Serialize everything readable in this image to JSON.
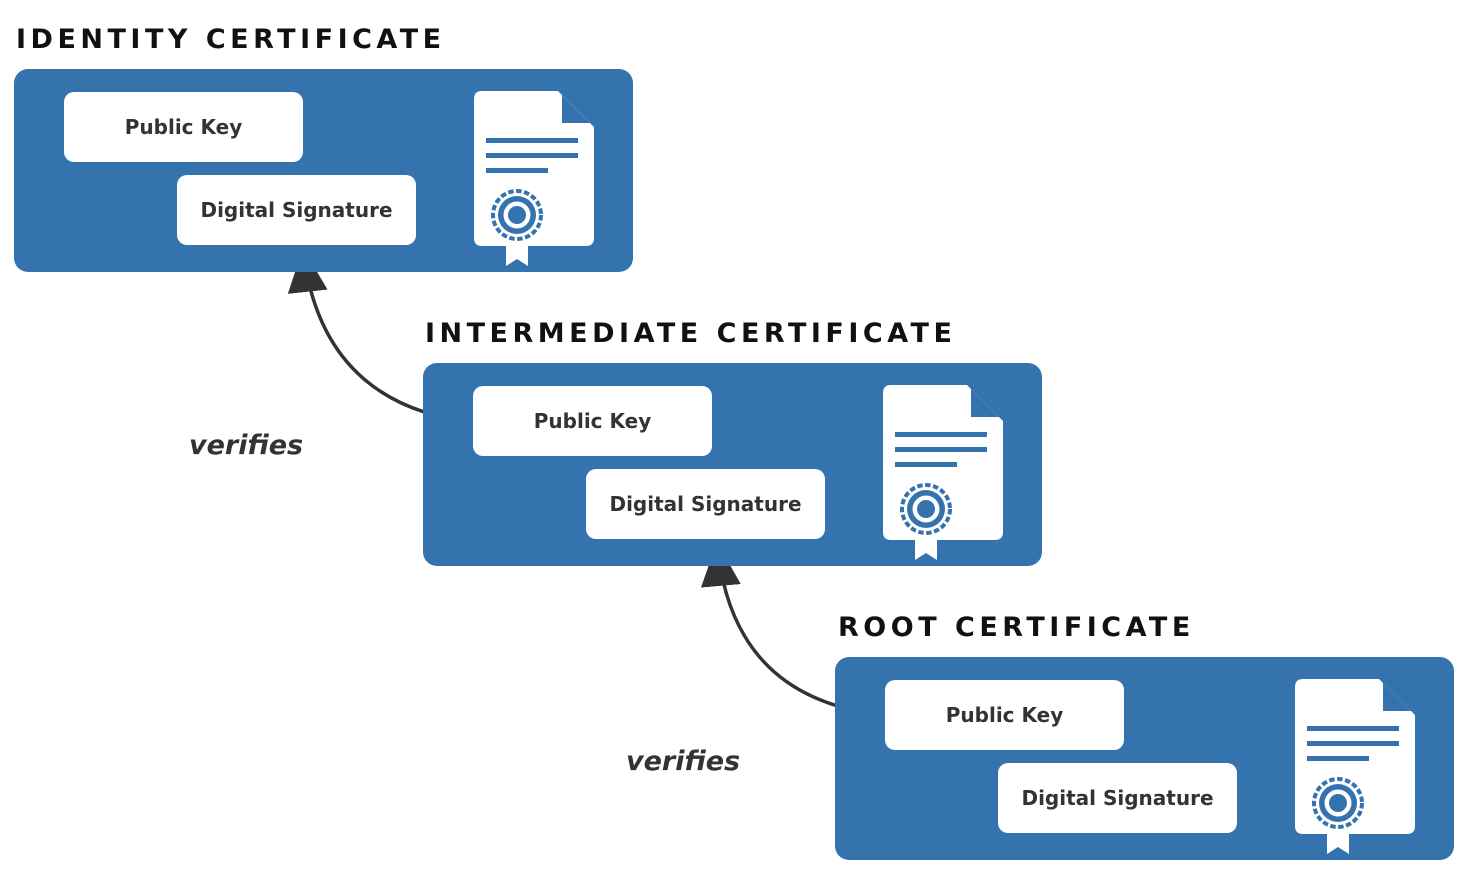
{
  "colors": {
    "panel": "#3473AE",
    "arrow": "#333333",
    "pill_text": "#333333",
    "title_text": "#111111"
  },
  "certificates": [
    {
      "title": "IDENTITY CERTIFICATE",
      "public_key_label": "Public Key",
      "signature_label": "Digital Signature",
      "icon": "certificate-document-icon"
    },
    {
      "title": "INTERMEDIATE CERTIFICATE",
      "public_key_label": "Public Key",
      "signature_label": "Digital Signature",
      "icon": "certificate-document-icon"
    },
    {
      "title": "ROOT CERTIFICATE",
      "public_key_label": "Public Key",
      "signature_label": "Digital Signature",
      "icon": "certificate-document-icon"
    }
  ],
  "relations": [
    {
      "from": "INTERMEDIATE CERTIFICATE · Public Key",
      "to": "IDENTITY CERTIFICATE · Digital Signature",
      "label": "verifies"
    },
    {
      "from": "ROOT CERTIFICATE · Public Key",
      "to": "INTERMEDIATE CERTIFICATE · Digital Signature",
      "label": "verifies"
    }
  ]
}
